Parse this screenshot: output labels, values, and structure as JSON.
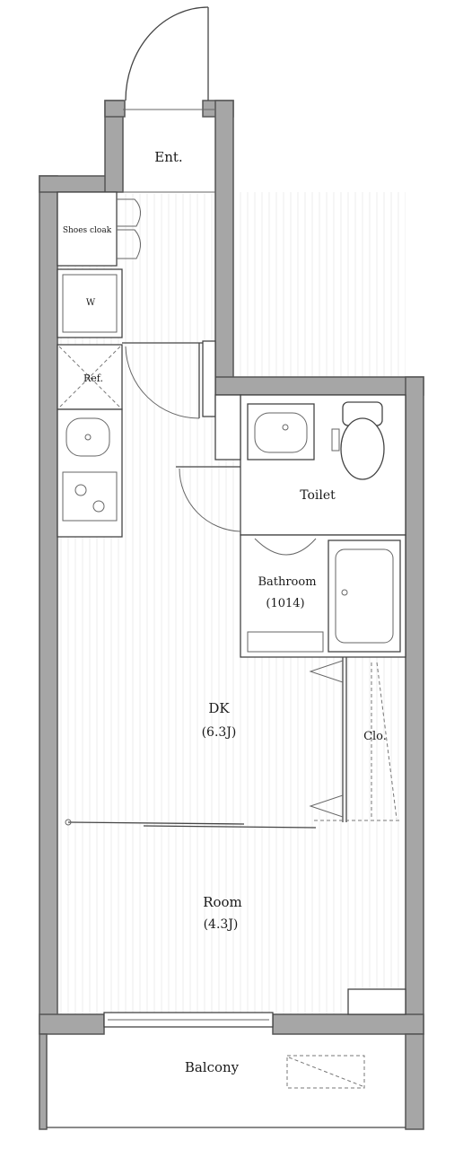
{
  "floorplan": {
    "rooms": {
      "entrance": "Ent.",
      "shoes_closet": "Shoes cloak",
      "washer": "W",
      "fridge": "Ref.",
      "toilet": "Toilet",
      "bathroom": "Bathroom",
      "bathroom_size": "(1014)",
      "dk": "DK",
      "dk_size": "(6.3J)",
      "closet": "Clo.",
      "room": "Room",
      "room_size": "(4.3J)",
      "balcony": "Balcony"
    }
  }
}
